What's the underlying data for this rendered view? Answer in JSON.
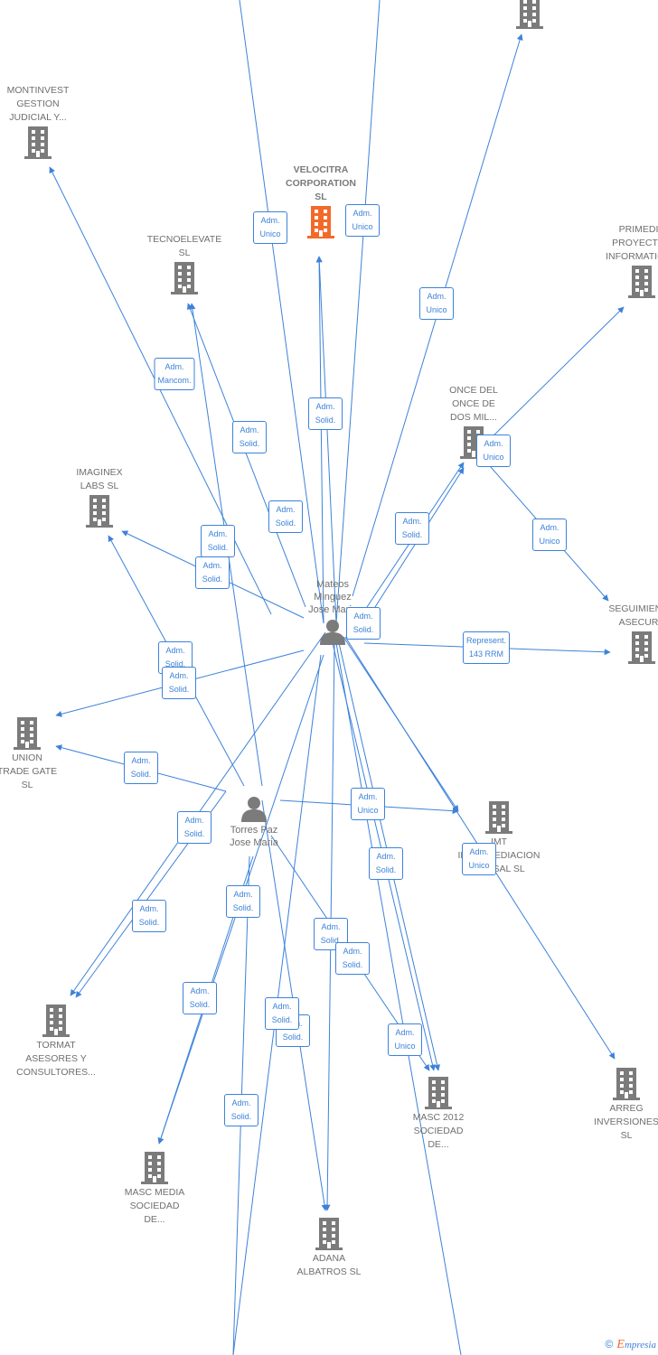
{
  "colors": {
    "edge": "#3d82d9",
    "building": "#7b7b7b",
    "focus_building": "#f26a2a",
    "person": "#7b7b7b",
    "label_text": "#6f6f6f"
  },
  "companies": [
    {
      "id": "montinvest",
      "name": "MONTINVEST\nGESTION\nJUDICIAL Y...",
      "icon": "building-icon"
    },
    {
      "id": "velocitra",
      "name": "VELOCITRA\nCORPORATION\nSL",
      "icon": "building-icon",
      "focus": true
    },
    {
      "id": "tecnoelevate",
      "name": "TECNOELEVATE\nSL",
      "icon": "building-icon"
    },
    {
      "id": "primedia",
      "name": "PRIMEDIA\nPROYECTOS\nINFORMATICOS",
      "icon": "building-icon"
    },
    {
      "id": "once",
      "name": "ONCE DEL\nONCE DE\nDOS MIL...",
      "icon": "building-icon"
    },
    {
      "id": "imaginex",
      "name": "IMAGINEX\nLABS  SL",
      "icon": "building-icon"
    },
    {
      "id": "seguimiento",
      "name": "SEGUIMIENTO\nASECURE",
      "icon": "building-icon"
    },
    {
      "id": "union",
      "name": "UNION\nTRADE GATE\nSL",
      "icon": "building-icon"
    },
    {
      "id": "imt",
      "name": "IMT\nINTERMEDIACION\nCAUSAL  SL",
      "icon": "building-icon"
    },
    {
      "id": "tormat",
      "name": "TORMAT\nASESORES Y\nCONSULTORES...",
      "icon": "building-icon"
    },
    {
      "id": "masc2012",
      "name": "MASC 2012\nSOCIEDAD\nDE...",
      "icon": "building-icon"
    },
    {
      "id": "arreg",
      "name": "ARREG\nINVERSIONES\nSL",
      "icon": "building-icon"
    },
    {
      "id": "mascmedia",
      "name": "MASC MEDIA\nSOCIEDAD\nDE...",
      "icon": "building-icon"
    },
    {
      "id": "adana",
      "name": "ADANA\nALBATROS  SL",
      "icon": "building-icon"
    },
    {
      "id": "top",
      "name": "",
      "icon": "building-icon"
    }
  ],
  "persons": [
    {
      "id": "mateos",
      "name": "Mateos\nMinguez\nJose Maria",
      "icon": "person-icon"
    },
    {
      "id": "torres",
      "name": "Torres Paz\nJose Maria",
      "icon": "person-icon"
    }
  ],
  "role_labels": [
    "Adm.\nUnico",
    "Adm.\nUnico",
    "Adm.\nUnico",
    "Adm.\nMancom.",
    "Adm.\nSolid.",
    "Adm.\nSolid.",
    "Adm.\nSolid.",
    "Adm.\nSolid.",
    "Adm.\nSolid.",
    "Adm.\nUnico",
    "Adm.\nSolid.",
    "Adm.\nUnico",
    "Adm.\nSolid.",
    "Adm.\nSolid.",
    "Adm.\nSolid.",
    "Represent.\n143 RRM",
    "Adm.\nSolid.",
    "Adm.\nSolid.",
    "Adm.\nUnico",
    "Adm.\nUnico",
    "Adm.\nSolid.",
    "Adm.\nSolid.",
    "Adm.\nSolid.",
    "Adm.\nSolid.",
    "Adm.\nSolid.",
    "Adm.\nSolid.",
    "Adm.\nSolid.",
    "Adm.\nSolid.",
    "Adm.\nUnico",
    "Adm.\nSolid."
  ],
  "watermark": {
    "copyright": "©",
    "brand_initial": "E",
    "brand_rest": "mpresia"
  }
}
